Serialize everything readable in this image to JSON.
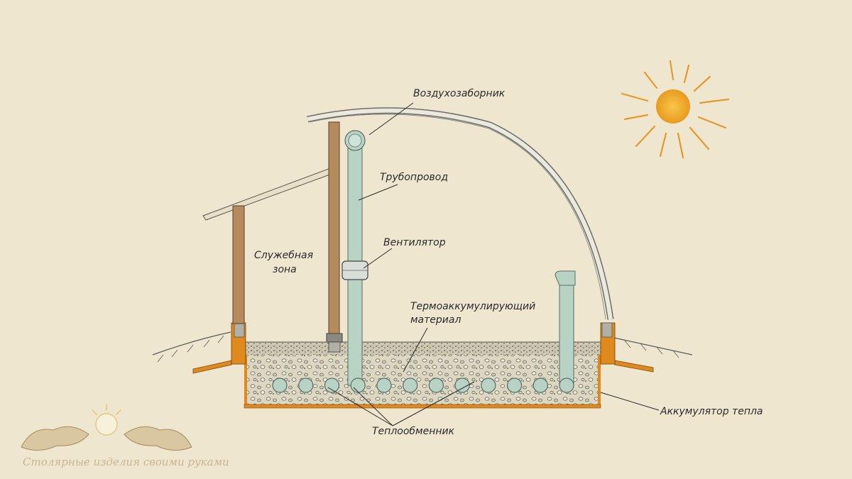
{
  "labels": {
    "air_intake": "Воздухозаборник",
    "pipeline": "Трубопровод",
    "fan": "Вентилятор",
    "service_zone_line1": "Служебная",
    "service_zone_line2": "зона",
    "thermal_material_line1": "Термоаккумулирующий",
    "thermal_material_line2": "материал",
    "heat_accumulator": "Аккумулятор тепла",
    "heat_exchanger": "Теплообменник"
  },
  "watermark": {
    "text": "Столярные изделия своими руками"
  },
  "colors": {
    "background": "#efe6d0",
    "pipe": "#b8d2c4",
    "pipe_stroke": "#5a6e66",
    "wood_post": "#b58a5c",
    "insulation": "#e08a1e",
    "sun_core": "#f0b32a",
    "sun_rays": "#e39a2a",
    "gravel": "#d9d2bc"
  },
  "heat_exchanger_pipe_count": 12
}
